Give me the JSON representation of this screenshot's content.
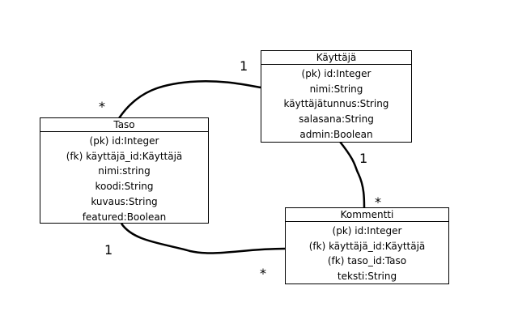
{
  "entities": {
    "kayttaja": {
      "title": "Käyttäjä",
      "attributes": [
        "(pk) id:Integer",
        "nimi:String",
        "käyttäjätunnus:String",
        "salasana:String",
        "admin:Boolean"
      ]
    },
    "taso": {
      "title": "Taso",
      "attributes": [
        "(pk) id:Integer",
        "(fk) käyttäjä_id:Käyttäjä",
        "nimi:string",
        "koodi:String",
        "kuvaus:String",
        "featured:Boolean"
      ]
    },
    "kommentti": {
      "title": "Kommentti",
      "attributes": [
        "(pk) id:Integer",
        "(fk) käyttäjä_id:Käyttäjä",
        "(fk) taso_id:Taso",
        "teksti:String"
      ]
    }
  },
  "relationships": [
    {
      "from": "kayttaja",
      "to": "taso",
      "from_multiplicity": "1",
      "to_multiplicity": "*"
    },
    {
      "from": "kayttaja",
      "to": "kommentti",
      "from_multiplicity": "1",
      "to_multiplicity": "*"
    },
    {
      "from": "taso",
      "to": "kommentti",
      "from_multiplicity": "1",
      "to_multiplicity": "*"
    }
  ]
}
